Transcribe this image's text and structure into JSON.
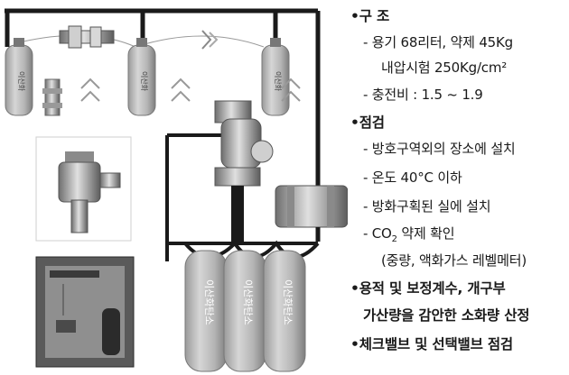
{
  "labels": {
    "cylinder_text": "이산화탄소",
    "small_cylinder_text": "이산화"
  },
  "notes": [
    {
      "id": "struct-head",
      "text": "•구  조",
      "style": "b"
    },
    {
      "id": "struct-vessel",
      "text": "- 용기 68리터, 약제 45Kg",
      "style": "s"
    },
    {
      "id": "struct-pressure",
      "text": "내압시험 250Kg/cm²",
      "style": "s"
    },
    {
      "id": "struct-fill",
      "text": "- 충전비 : 1.5 ~ 1.9",
      "style": "s"
    },
    {
      "id": "check-head",
      "text": "•점검",
      "style": "b"
    },
    {
      "id": "check-location",
      "text": "- 방호구역외의 장소에 설치",
      "style": "s"
    },
    {
      "id": "check-temp",
      "text": "- 온도 40°C 이하",
      "style": "s"
    },
    {
      "id": "check-fire",
      "text": "- 방화구획된 실에 설치",
      "style": "s"
    },
    {
      "id": "check-co2",
      "text": "- CO",
      "sub": "2",
      "tail": " 약제 확인",
      "style": "s"
    },
    {
      "id": "check-gauge",
      "text": "(중량, 액화가스 레벨메터)",
      "style": "s"
    },
    {
      "id": "capacity",
      "text": "•용적 및 보정계수, 개구부",
      "style": "b"
    },
    {
      "id": "capacity-cont",
      "text": "가산량을 감안한 소화량 산정",
      "style": "b"
    },
    {
      "id": "valves",
      "text": "•체크밸브 및 선택밸브 점검",
      "style": "b"
    }
  ],
  "colors": {
    "cylinder": "#bdbdbd",
    "cylinder_dark": "#8d8d8d",
    "pipe": "#1a1a1a",
    "panel_frame": "#5a5a5a",
    "panel_inner": "#8f8f8f"
  }
}
